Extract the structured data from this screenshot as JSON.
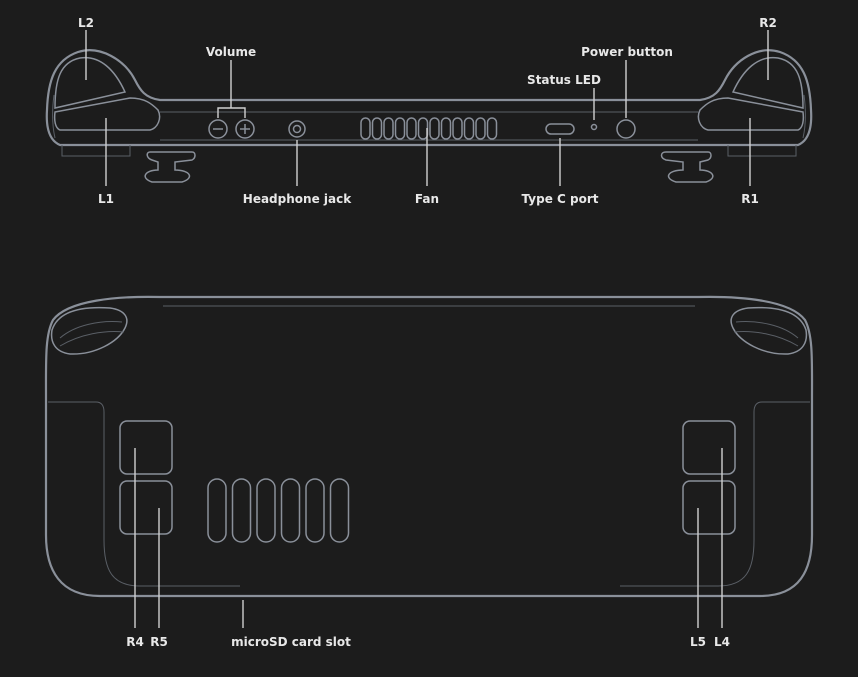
{
  "top_view": {
    "labels": {
      "l2": "L2",
      "r2": "R2",
      "volume": "Volume",
      "status_led": "Status LED",
      "power_button": "Power button",
      "l1": "L1",
      "headphone_jack": "Headphone jack",
      "fan": "Fan",
      "type_c_port": "Type C port",
      "r1": "R1"
    }
  },
  "back_view": {
    "labels": {
      "r4": "R4",
      "r5": "R5",
      "microsd_card_slot": "microSD card slot",
      "l5": "L5",
      "l4": "L4"
    }
  },
  "colors": {
    "background": "#1c1c1c",
    "outline": "#8a909a",
    "text": "#e8e8e8"
  }
}
